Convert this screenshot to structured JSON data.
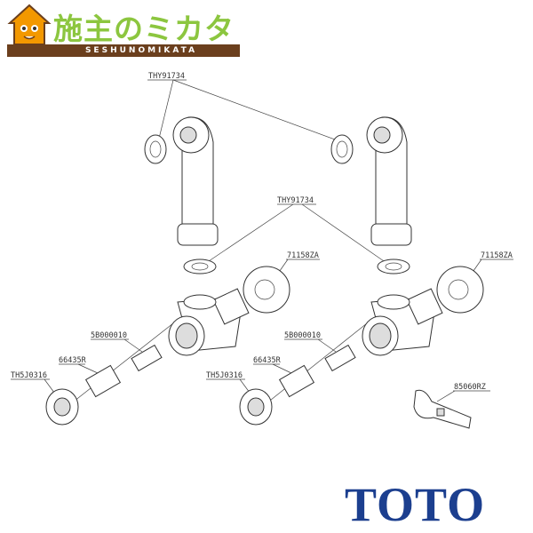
{
  "logo": {
    "title": "施主のミカタ",
    "subtitle": "SESHUNOMIKATA",
    "title_color": "#8cc63f",
    "bar_color": "#6b3f1d",
    "house_color": "#f39800"
  },
  "labels": {
    "washer_top": "THY91734",
    "washer_mid": "THY91734",
    "flange_left": "71158ZA",
    "flange_right": "71158ZA",
    "cartridge_left": "5B000010",
    "cartridge_right": "5B000010",
    "sleeve_left": "66435R",
    "sleeve_right": "66435R",
    "cap_left": "TH5J0316",
    "cap_right": "TH5J0316",
    "key": "85060RZ"
  },
  "brand": {
    "name": "TOTO",
    "color": "#1c3f8f"
  }
}
